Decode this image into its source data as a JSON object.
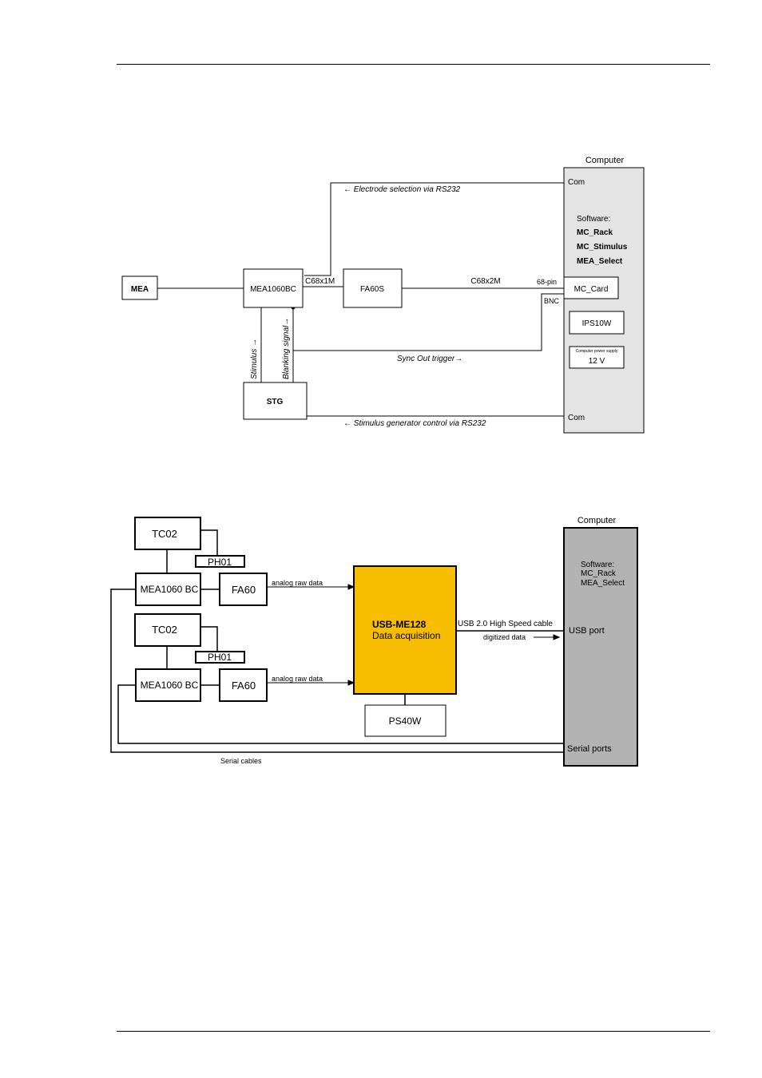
{
  "diagram1": {
    "computer_title": "Computer",
    "com_top": "Com",
    "com_bottom": "Com",
    "software_heading": "Software:",
    "software_items": [
      "MC_Rack",
      "MC_Stimulus",
      "MEA_Select"
    ],
    "mc_card": "MC_Card",
    "ips": "IPS10W",
    "power_supply_caption": "Computer power supply",
    "power_voltage": "12 V",
    "mea": "MEA",
    "mea_amp": "MEA1060BC",
    "fa60s": "FA60S",
    "stg": "STG",
    "cable1": "C68x1M",
    "cable2": "C68x2M",
    "pin68": "68-pin",
    "bnc": "BNC",
    "electrode_sel": "← Electrode selection via RS232",
    "sync_out": "Sync Out trigger→",
    "stim_ctrl": "← Stimulus generator control via RS232",
    "stimulus": "Stimulus →",
    "blanking": "Blanking signal→"
  },
  "diagram2": {
    "computer_title": "Computer",
    "software_lines": [
      "Software:",
      "MC_Rack",
      "MEA_Select"
    ],
    "usb_port": "USB port",
    "serial_ports": "Serial ports",
    "tc_top": "TC02",
    "ph_top": "PH01",
    "mea_top": "MEA1060 BC",
    "fa_top": "FA60",
    "tc_bottom": "TC02",
    "ph_bottom": "PH01",
    "mea_bottom": "MEA1060 BC",
    "fa_bottom": "FA60",
    "analog_top": "analog raw data",
    "analog_bottom": "analog raw data",
    "usb_title": "USB-ME128",
    "usb_sub": "Data acquisition",
    "usb_cable": "USB 2.0 High Speed cable",
    "digitized": "digitized data",
    "ps": "PS40W",
    "serial_cables": "Serial cables"
  },
  "colors": {
    "computer1_fill": "#e4e4e4",
    "computer2_fill": "#b3b3b3",
    "usb_fill": "#f7bd00"
  }
}
